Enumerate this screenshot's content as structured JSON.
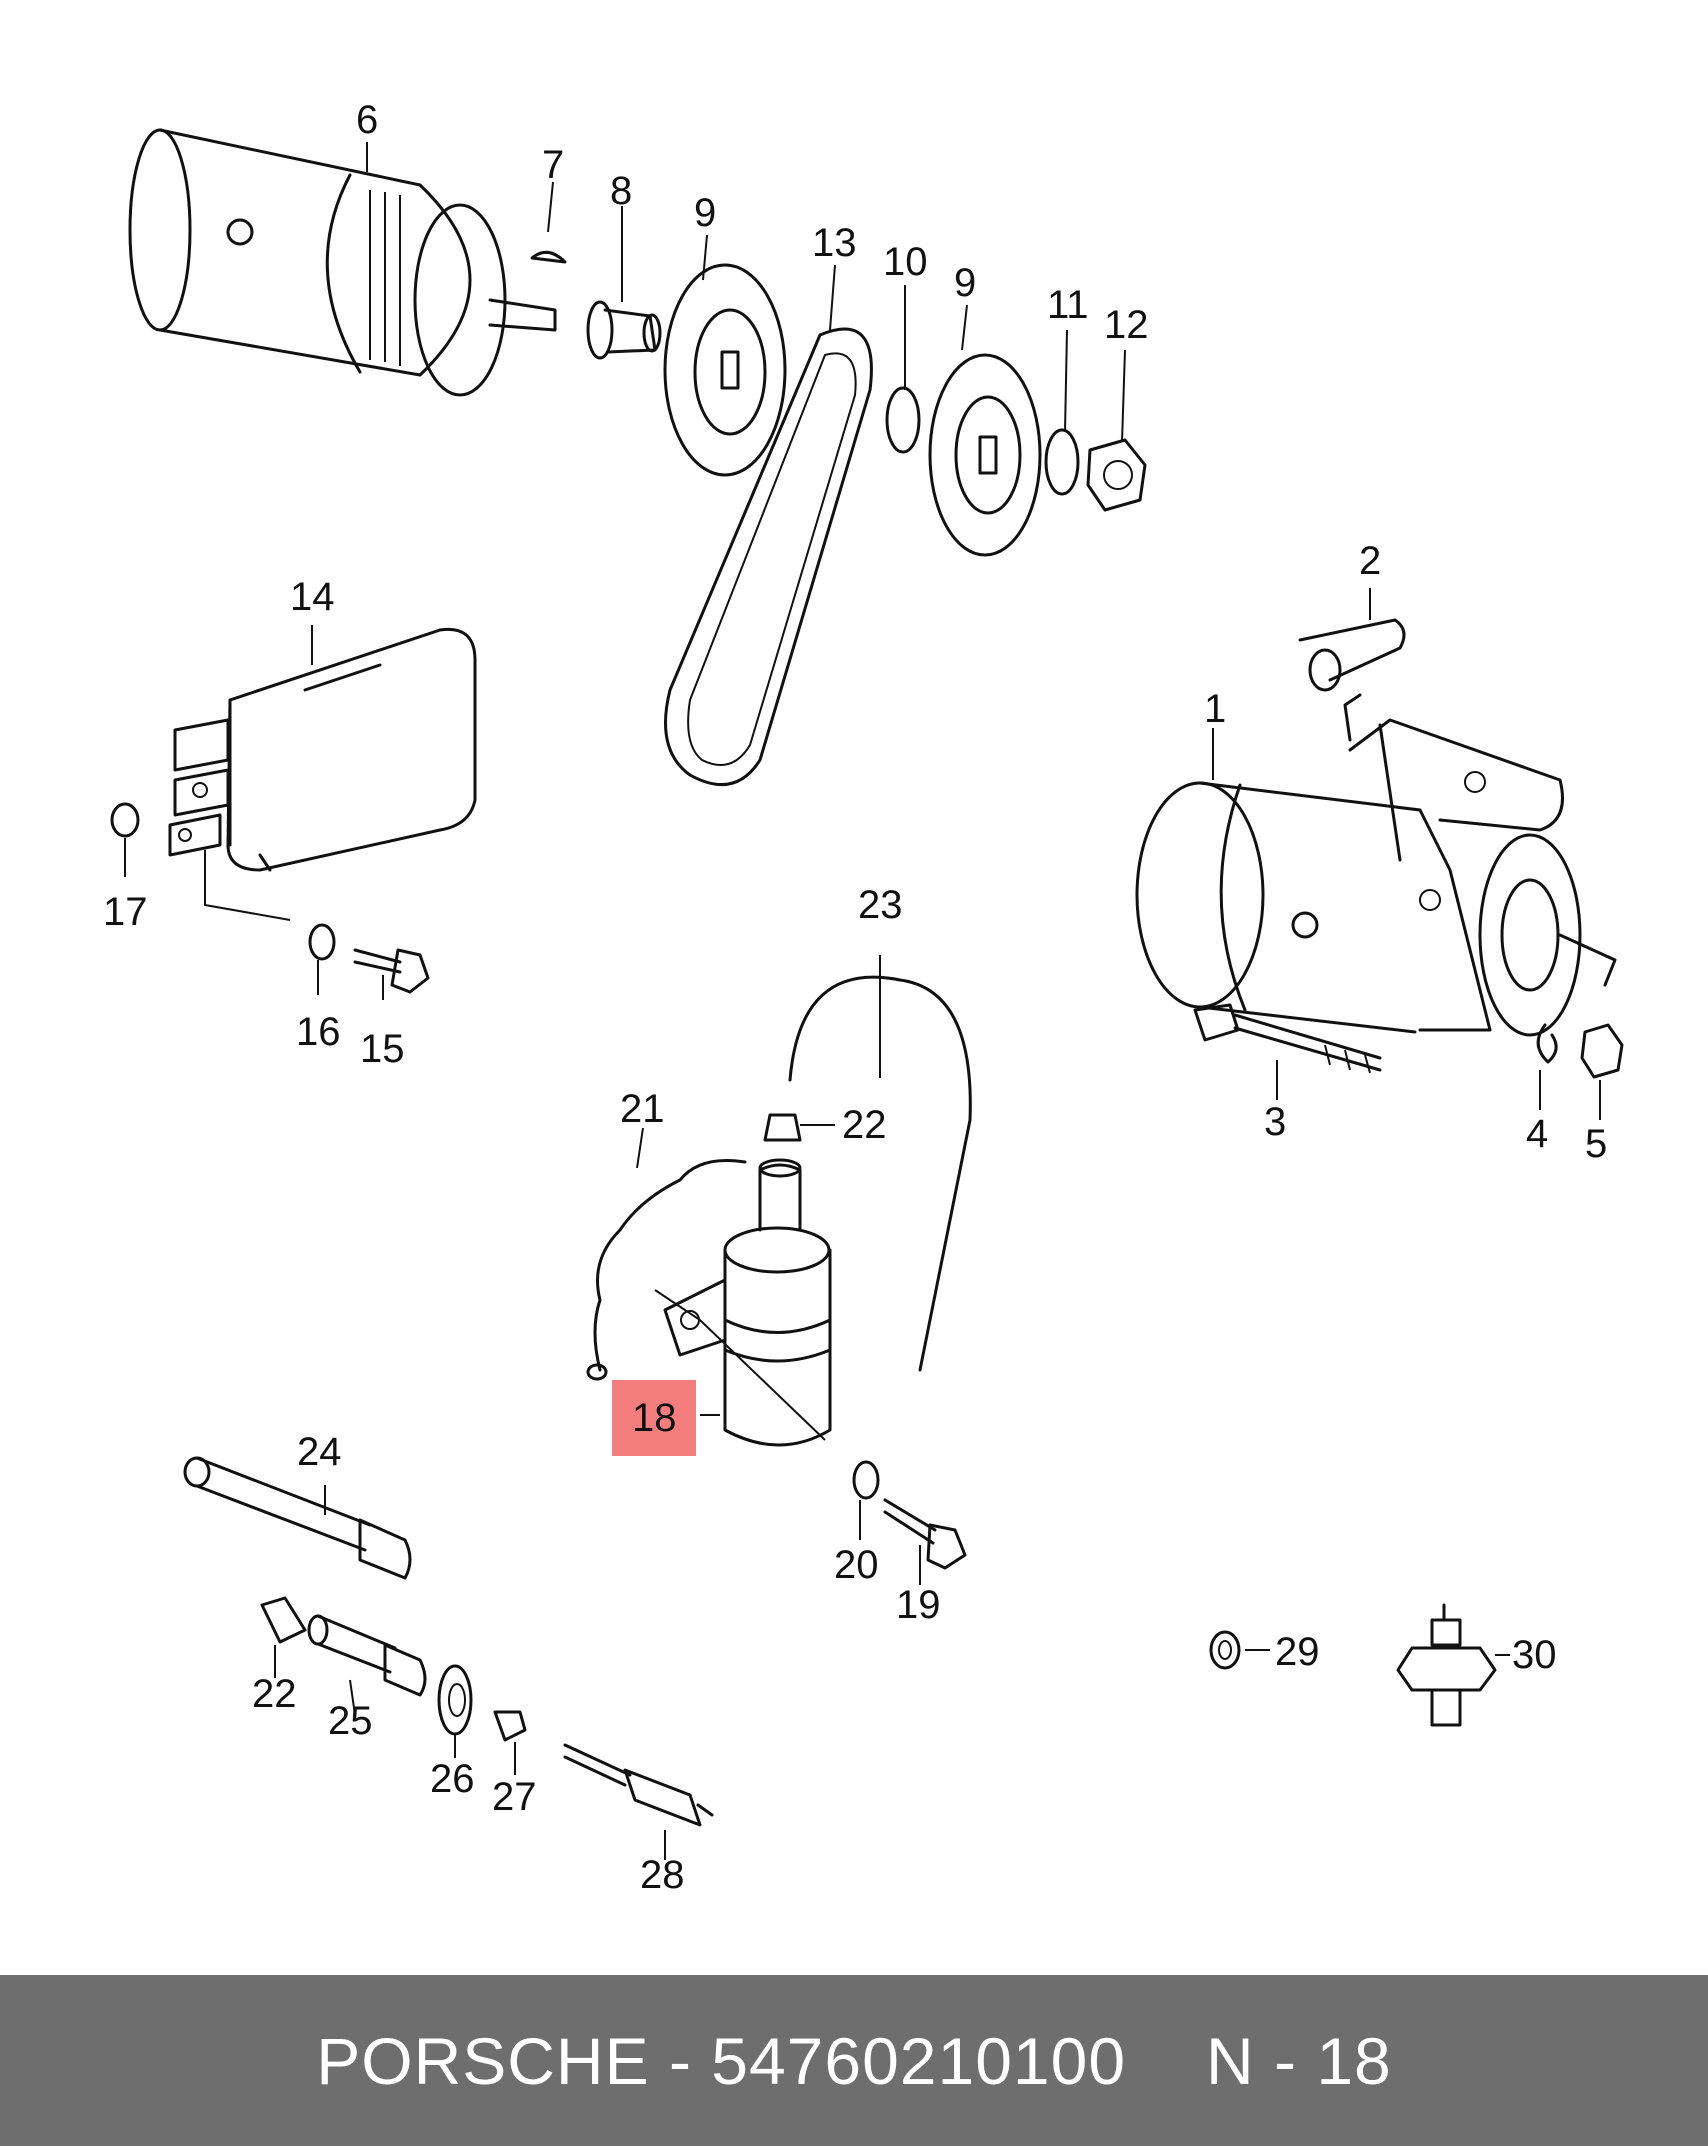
{
  "callouts": {
    "c1": "1",
    "c2": "2",
    "c3": "3",
    "c4": "4",
    "c5": "5",
    "c6": "6",
    "c7": "7",
    "c8": "8",
    "c9a": "9",
    "c9b": "9",
    "c10": "10",
    "c11": "11",
    "c12": "12",
    "c13": "13",
    "c14": "14",
    "c15": "15",
    "c16": "16",
    "c17": "17",
    "c18": "18",
    "c19": "19",
    "c20": "20",
    "c21": "21",
    "c22a": "22",
    "c22b": "22",
    "c23": "23",
    "c24": "24",
    "c25": "25",
    "c26": "26",
    "c27": "27",
    "c28": "28",
    "c29": "29",
    "c30": "30"
  },
  "highlight_color": "#f47d7d",
  "footer": {
    "brand": "PORSCHE - 54760210100",
    "ref": "N - 18",
    "background": "#6e6e6e"
  }
}
